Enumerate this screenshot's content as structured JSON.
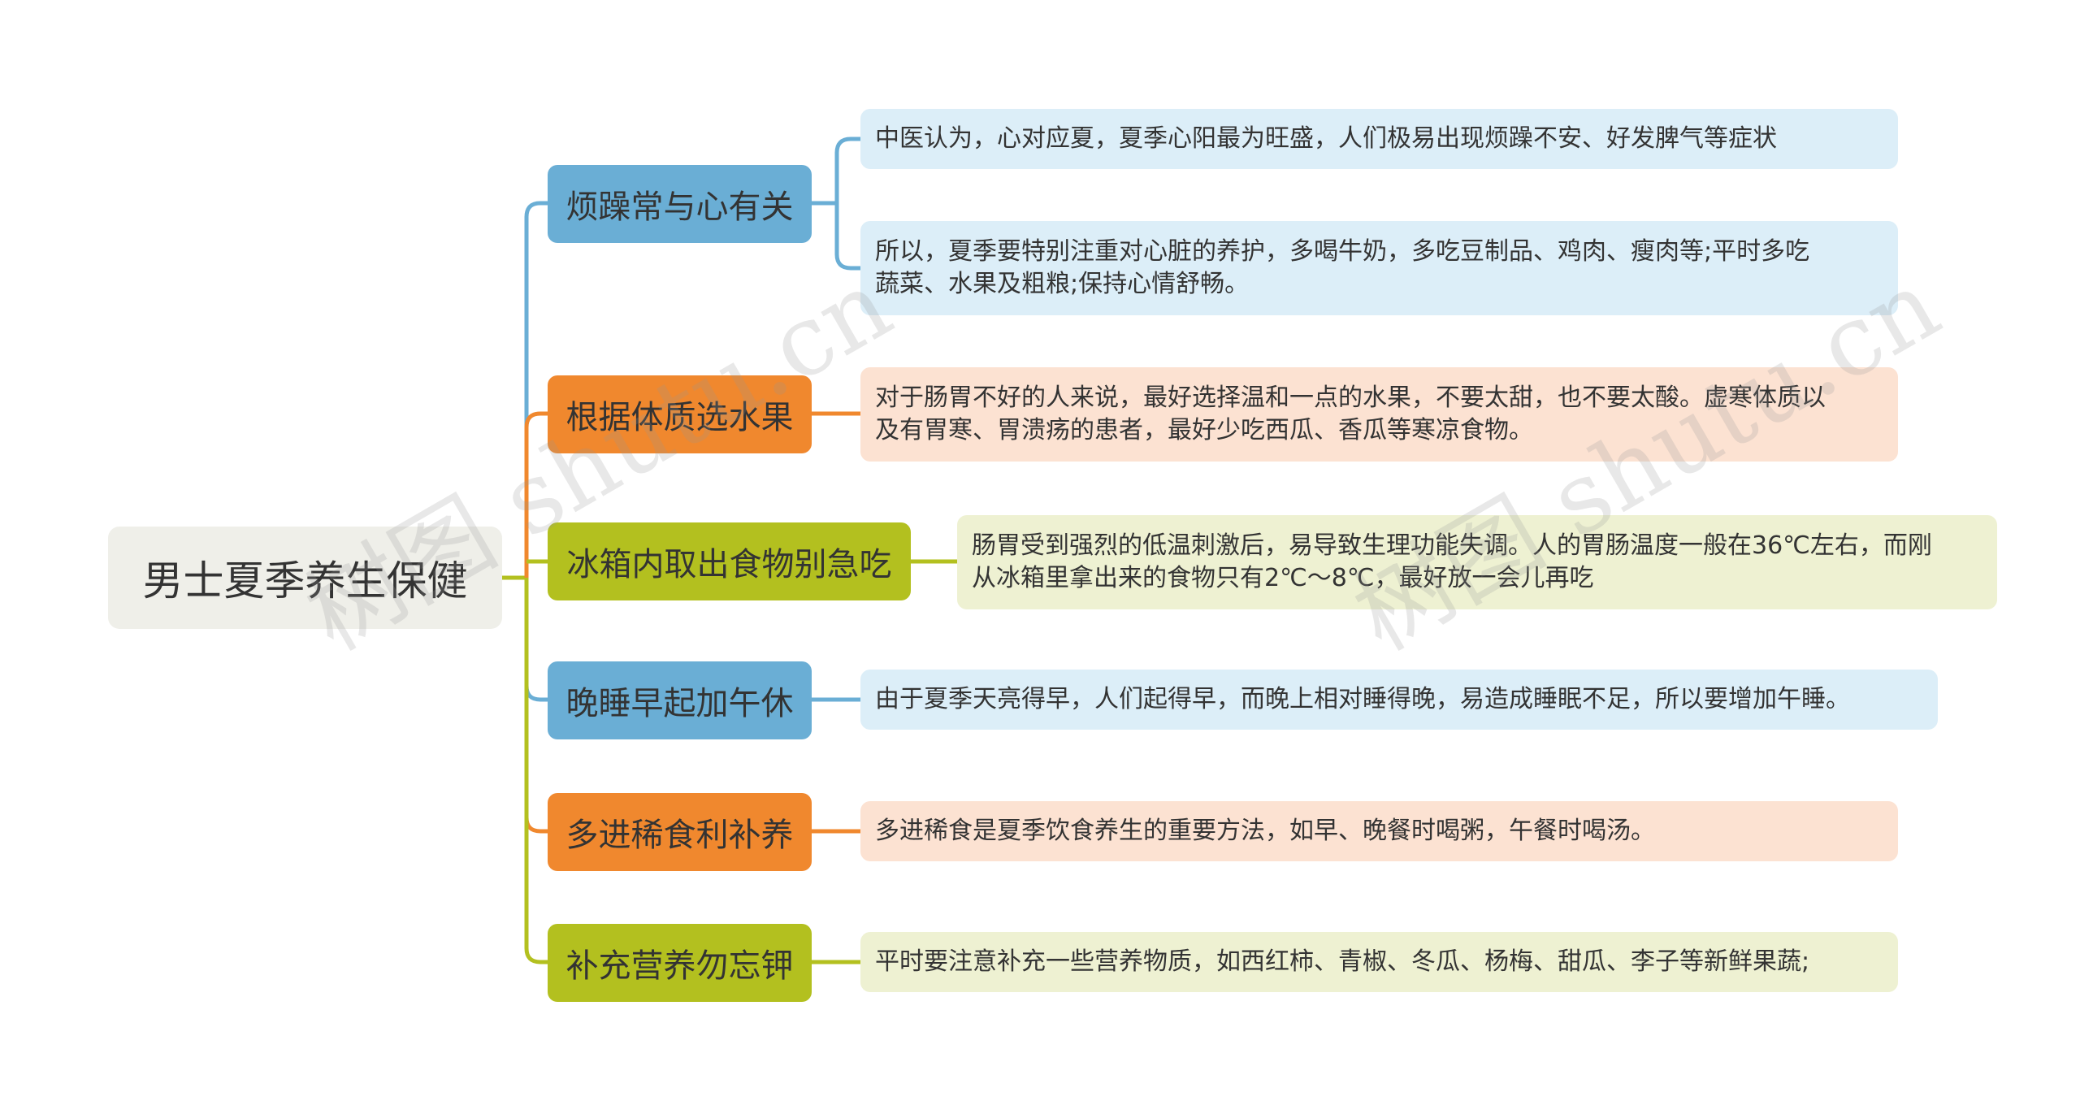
{
  "root": {
    "title": "男士夏季养生保健"
  },
  "branches": [
    {
      "label": "烦躁常与心有关",
      "color": "#6aaed5",
      "leaves": [
        "中医认为，心对应夏，夏季心阳最为旺盛，人们极易出现烦躁不安、好发脾气等症状",
        "所以，夏季要特别注重对心脏的养护，多喝牛奶，多吃豆制品、鸡肉、瘦肉等;平时多吃|蔬菜、水果及粗粮;保持心情舒畅。"
      ]
    },
    {
      "label": "根据体质选水果",
      "color": "#f0882e",
      "leaves": [
        "对于肠胃不好的人来说，最好选择温和一点的水果，不要太甜，也不要太酸。虚寒体质以|及有胃寒、胃溃疡的患者，最好少吃西瓜、香瓜等寒凉食物。"
      ]
    },
    {
      "label": "冰箱内取出食物别急吃",
      "color": "#b3c01f",
      "leaves": [
        "肠胃受到强烈的低温刺激后，易导致生理功能失调。人的胃肠温度一般在36℃左右，而刚|从冰箱里拿出来的食物只有2℃～8℃，最好放一会儿再吃"
      ]
    },
    {
      "label": "晚睡早起加午休",
      "color": "#6aaed5",
      "leaves": [
        "由于夏季天亮得早，人们起得早，而晚上相对睡得晚，易造成睡眠不足，所以要增加午睡。"
      ]
    },
    {
      "label": "多进稀食利补养",
      "color": "#f0882e",
      "leaves": [
        "多进稀食是夏季饮食养生的重要方法，如早、晚餐时喝粥，午餐时喝汤。"
      ]
    },
    {
      "label": "补充营养勿忘钾",
      "color": "#b3c01f",
      "leaves": [
        "平时要注意补充一些营养物质，如西红柿、青椒、冬瓜、杨梅、甜瓜、李子等新鲜果蔬;"
      ]
    }
  ],
  "watermark": "树图 shutu.cn"
}
